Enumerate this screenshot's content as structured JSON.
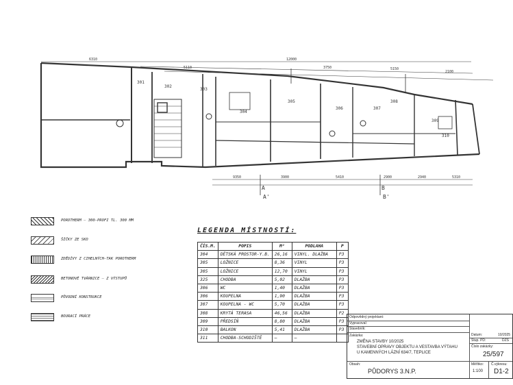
{
  "legend": {
    "title": "LEGENDA MÍSTNOSTÍ:",
    "headers": [
      "ČÍS.M.",
      "POPIS",
      "M²",
      "PODLAHA",
      "P"
    ],
    "rows": [
      [
        "304",
        "DĚTSKÁ PROSTOR-Y.B.",
        "26,16",
        "VINYL. DLAŽBA",
        "P3"
      ],
      [
        "305",
        "LOŽNICE",
        "8,36",
        "VINYL",
        "P3"
      ],
      [
        "305",
        "LOŽNICE",
        "12,70",
        "VINYL",
        "P3"
      ],
      [
        "325",
        "CHODBA",
        "5,02",
        "DLAŽBA",
        "P3"
      ],
      [
        "306",
        "WC",
        "1,40",
        "DLAŽBA",
        "P3"
      ],
      [
        "306",
        "KOUPELNA",
        "1,90",
        "DLAŽBA",
        "P3"
      ],
      [
        "307",
        "KOUPELNA - WC",
        "5,70",
        "DLAŽBA",
        "P3"
      ],
      [
        "308",
        "KRYTÁ TERASA",
        "46,56",
        "DLAŽBA",
        "P2"
      ],
      [
        "309",
        "PŘEDSÍŇ",
        "8,80",
        "DLAŽBA",
        "P3"
      ],
      [
        "310",
        "BALKON",
        "5,41",
        "DLAŽBA",
        "P3"
      ],
      [
        "311",
        "CHODBA-SCHODIŠTĚ",
        "—",
        "—",
        ""
      ]
    ]
  },
  "key": [
    {
      "label": "POROTHERM – 300-PROFI  TL. 300 MM"
    },
    {
      "label": "ŠÍČKY ZE SKO"
    },
    {
      "label": "ZDĚDÍVY Z CIHELNÝCH–TAK POROTHERM"
    },
    {
      "label": "BETONOVÉ TVÁRNICE – Z VÝSTUPŮ"
    },
    {
      "label": "PŮVODNÍ KONSTRUKCE"
    },
    {
      "label": "BOURACÍ PRÁCE"
    }
  ],
  "title_block": {
    "projektant": "Odpovědný projektant:",
    "vypracoval": "Vypracoval:",
    "stavebnik": "Stavebník:",
    "zakazka_label": "Zakázka:",
    "zakazka_lines": [
      "ZMĚNA STAVBY 10/2025",
      "STAVEBNÍ OPRAVY OBJEKTU A VESTAVBA VÝTAHU",
      "U KAMENNÝCH LÁZNÍ 634/7, TEPLICE"
    ],
    "datum_label": "Datum:",
    "datum": "10/2025",
    "stupen_label": "Stup. PD:",
    "stupen": "DZS",
    "cislo_label": "Číslo zakázky:",
    "cislo": "25/597",
    "obsah_label": "Obsah:",
    "obsah": "PŮDORYS 3.N.P.",
    "meritko_label": "Měřítko:",
    "meritko": "1:100",
    "vykres_label": "Č.výkresu:",
    "vykres": "D1-2"
  },
  "plan": {
    "room_numbers": [
      "301",
      "302",
      "303",
      "304",
      "305",
      "306",
      "307",
      "308",
      "309",
      "310"
    ],
    "section_marks": [
      "A",
      "A'",
      "B",
      "B'"
    ],
    "dimensions": [
      "6310",
      "12000",
      "5110",
      "3750",
      "5150",
      "2100",
      "9350",
      "3900",
      "5410",
      "2900",
      "2940",
      "5310"
    ]
  }
}
